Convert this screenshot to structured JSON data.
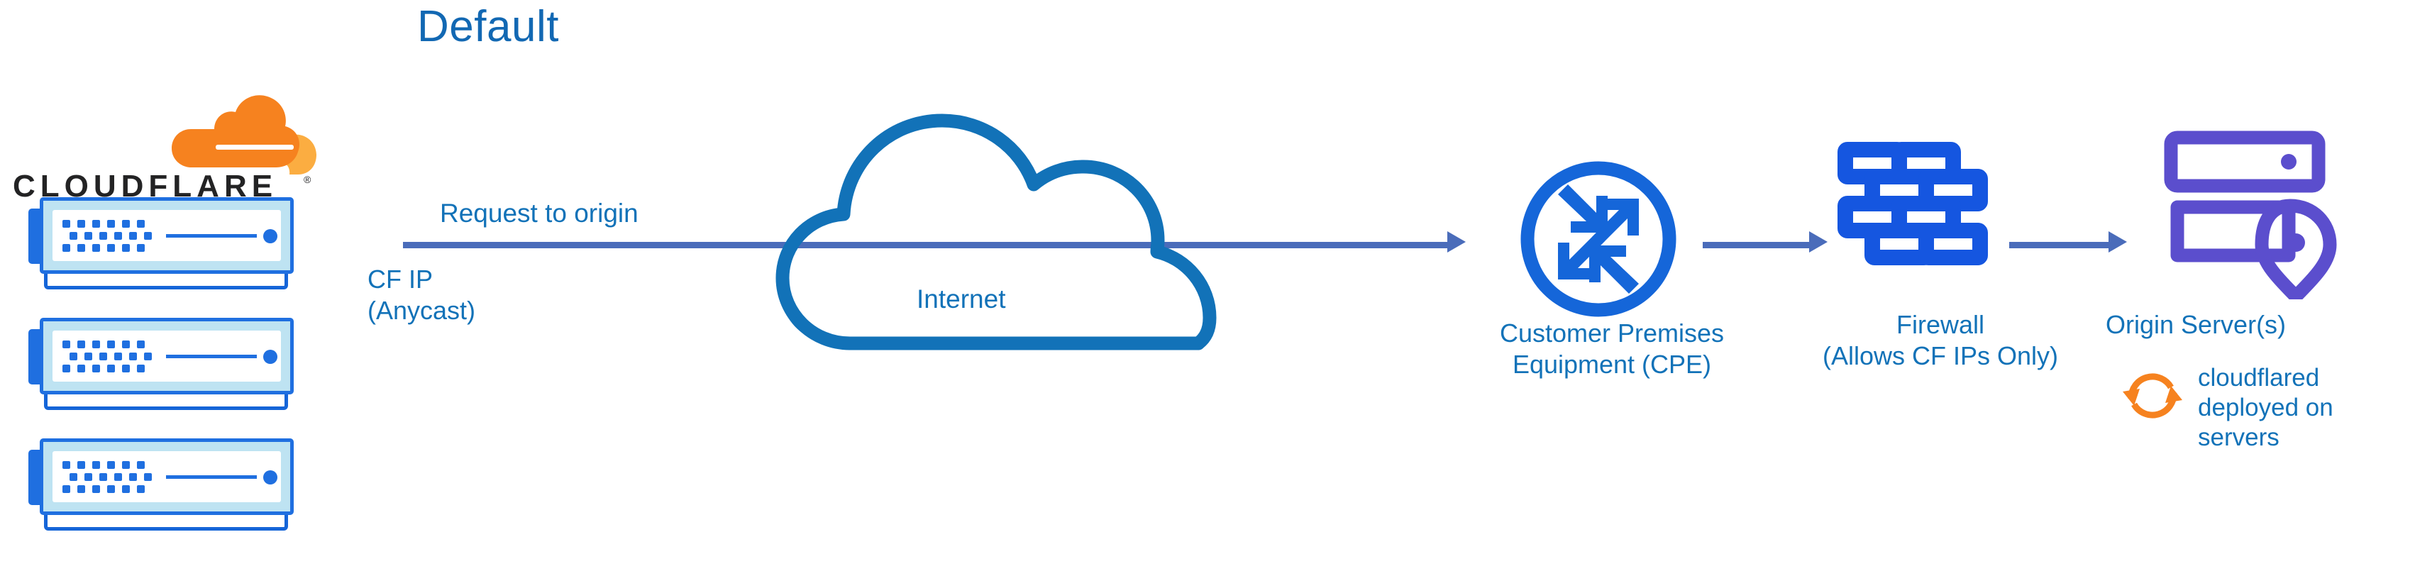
{
  "diagram": {
    "title": "Default",
    "type": "network-architecture-flow",
    "background_color": "#ffffff",
    "accent_blue": "#1272b8",
    "arrow_blue": "#4a6cba",
    "node_blue": "#1f6fe0",
    "origin_purple": "#5b4ecd",
    "cloudflare_orange": "#f6821f",
    "cloudflare_orange_light": "#fbad41"
  },
  "brand": {
    "logo_name": "cloudflare-logo",
    "wordmark": "CLOUDFLARE",
    "registered_mark": "®"
  },
  "left_stack": {
    "name": "cloudflare-edge-server-stack",
    "server_count": 3,
    "servers": [
      {
        "name": "cf-edge-server-1"
      },
      {
        "name": "cf-edge-server-2"
      },
      {
        "name": "cf-edge-server-3"
      }
    ]
  },
  "labels": {
    "request_to_origin": "Request to origin",
    "cf_ip": "CF IP\n(Anycast)",
    "internet": "Internet",
    "cpe": "Customer Premises\nEquipment (CPE)",
    "firewall": "Firewall\n(Allows CF IPs Only)",
    "origin_server": "Origin Server(s)",
    "cloudflared": "cloudflared\ndeployed on\nservers"
  },
  "nodes": [
    {
      "id": "cf-edge",
      "icon": "server-stack-icon",
      "label": "CF IP\n(Anycast)"
    },
    {
      "id": "internet",
      "icon": "cloud-icon",
      "label": "Internet"
    },
    {
      "id": "cpe",
      "icon": "router-icon",
      "label": "Customer Premises\nEquipment (CPE)"
    },
    {
      "id": "firewall",
      "icon": "brick-wall-icon",
      "label": "Firewall\n(Allows CF IPs Only)"
    },
    {
      "id": "origin",
      "icon": "origin-server-icon",
      "label": "Origin Server(s)"
    }
  ],
  "edges": [
    {
      "from": "cf-edge",
      "to": "cpe",
      "label": "Request to origin"
    },
    {
      "from": "cpe",
      "to": "firewall",
      "label": ""
    },
    {
      "from": "firewall",
      "to": "origin",
      "label": ""
    }
  ],
  "annotations": [
    {
      "icon": "refresh-arrows-icon",
      "text": "cloudflared\ndeployed on\nservers",
      "attached_to": "origin"
    }
  ]
}
